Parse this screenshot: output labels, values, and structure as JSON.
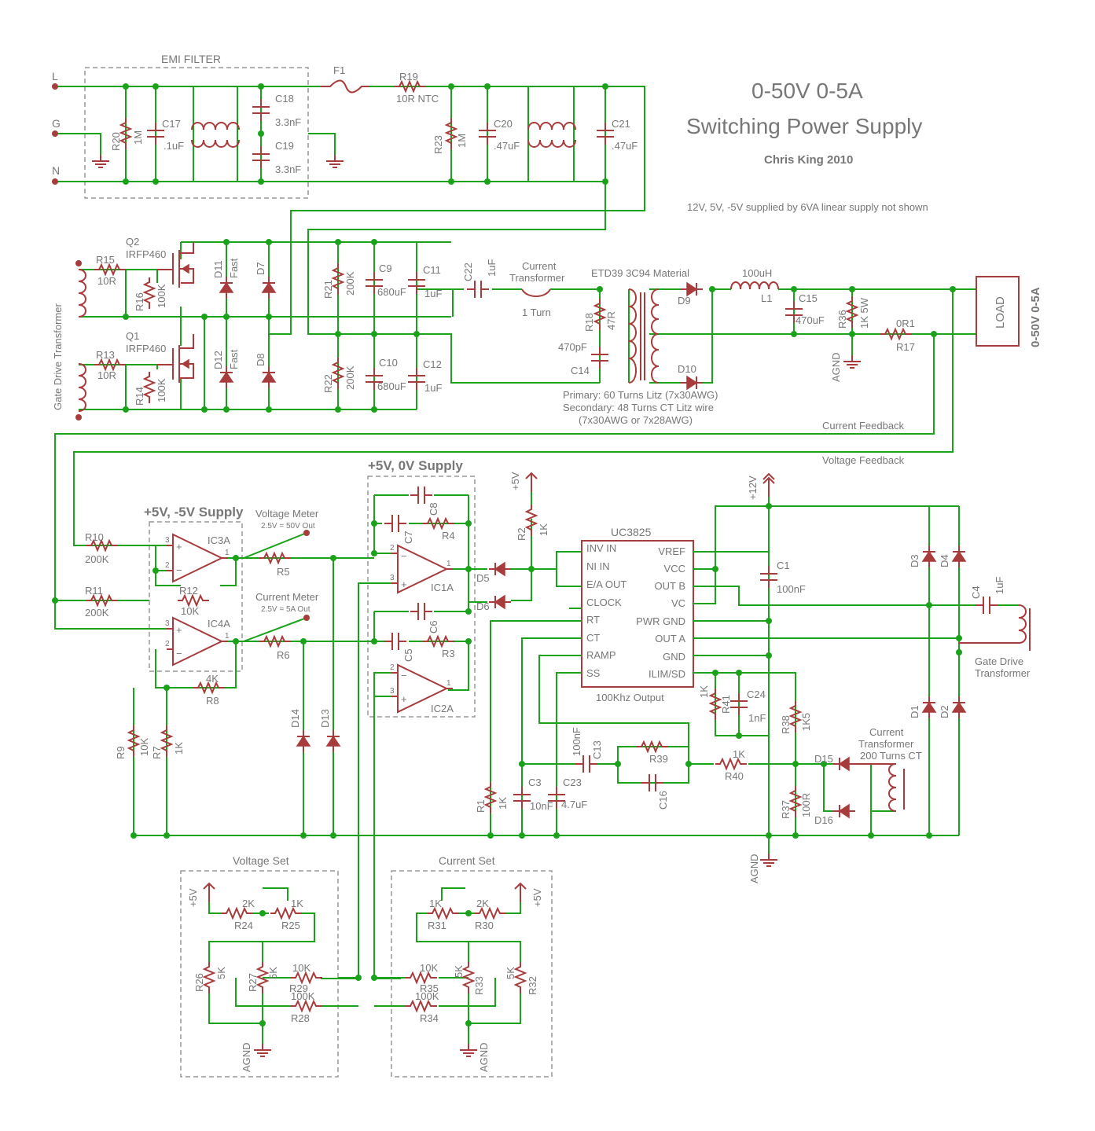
{
  "title": {
    "line1": "0-50V 0-5A",
    "line2": "Switching Power Supply",
    "author": "Chris King 2010",
    "note": "12V, 5V, -5V supplied by 6VA linear supply not shown"
  },
  "blocks": {
    "emi_filter": "EMI FILTER",
    "supply_5v_0v": "+5V, 0V Supply",
    "supply_5v_m5v": "+5V, -5V Supply",
    "voltage_set": "Voltage Set",
    "current_set": "Current Set"
  },
  "mains": {
    "L": "L",
    "G": "G",
    "N": "N"
  },
  "load": {
    "label": "LOAD",
    "rating": "0-50V 0-5A"
  },
  "feedback": {
    "current": "Current Feedback",
    "voltage": "Voltage Feedback"
  },
  "transformer": {
    "core": "ETD39 3C94 Material",
    "primary": "Primary: 60 Turns Litz (7x30AWG)",
    "secondary": "Secondary: 48 Turns CT Litz wire",
    "secondary2": "(7x30AWG or 7x28AWG)"
  },
  "ct1": {
    "line1": "Current",
    "line2": "Transformer",
    "turns": "1 Turn"
  },
  "ct2": {
    "line1": "Current",
    "line2": "Transformer",
    "line3": "200 Turns CT"
  },
  "gate_drive": {
    "left": "Gate Drive Transformer",
    "right1": "Gate Drive",
    "right2": "Transformer"
  },
  "meters": {
    "voltage": "Voltage Meter",
    "voltage_scale": "2.5V = 50V Out",
    "current": "Current Meter",
    "current_scale": "2.5V = 5A Out"
  },
  "uc3825": {
    "name": "UC3825",
    "output": "100Khz Output",
    "pins_left": [
      "INV IN",
      "NI IN",
      "E/A OUT",
      "CLOCK",
      "RT",
      "CT",
      "RAMP",
      "SS"
    ],
    "pins_right": [
      "VREF",
      "VCC",
      "OUT B",
      "VC",
      "PWR GND",
      "OUT A",
      "GND",
      "ILIM/SD"
    ]
  },
  "rails": {
    "p5": "+5V",
    "p12": "+12V",
    "agnd": "AGND"
  },
  "parts": {
    "F1": "F1",
    "R19": "R19",
    "R19v": "10R NTC",
    "R20": "R20",
    "R20v": "1M",
    "C17": "C17",
    "C17v": ".1uF",
    "C18": "C18",
    "C18v": "3.3nF",
    "C19": "C19",
    "C19v": "3.3nF",
    "R23": "R23",
    "R23v": "1M",
    "C20": "C20",
    "C20v": ".47uF",
    "C21": "C21",
    "C21v": ".47uF",
    "Q2": "Q2",
    "Q2v": "IRFP460",
    "Q1": "Q1",
    "Q1v": "IRFP460",
    "R15": "R15",
    "R15v": "10R",
    "R16": "R16",
    "R16v": "100K",
    "R13": "R13",
    "R13v": "10R",
    "R14": "R14",
    "R14v": "100K",
    "D11": "D11",
    "D11v": "Fast",
    "D12": "D12",
    "D12v": "Fast",
    "D7": "D7",
    "D8": "D8",
    "R21": "R21",
    "R21v": "200K",
    "R22": "R22",
    "R22v": "200K",
    "C9": "C9",
    "C9v": "680uF",
    "C10": "C10",
    "C10v": "680uF",
    "C11": "C11",
    "C11v": "1uF",
    "C12": "C12",
    "C12v": "1uF",
    "C22": "C22",
    "C22v": "1uF",
    "R18": "R18",
    "R18v": "47R",
    "C14": "C14",
    "C14v": "470pF",
    "D9": "D9",
    "D10": "D10",
    "L1": "L1",
    "L1v": "100uH",
    "C15": "C15",
    "C15v": "470uF",
    "R36": "R36",
    "R36v": "1K 5W",
    "R17": "R17",
    "R17v": "0R1",
    "R10": "R10",
    "R10v": "200K",
    "R11": "R11",
    "R11v": "200K",
    "R12": "R12",
    "R12v": "10K",
    "R8": "R8",
    "R8v": "4K",
    "R9": "R9",
    "R9v": "10K",
    "R7": "R7",
    "R7v": "1K",
    "IC3A": "IC3A",
    "IC4A": "IC4A",
    "IC1A": "IC1A",
    "IC2A": "IC2A",
    "R5": "R5",
    "R6": "R6",
    "R4": "R4",
    "R3": "R3",
    "C8": "C8",
    "C7": "C7",
    "C6": "C6",
    "C5": "C5",
    "D14": "D14",
    "D13": "D13",
    "D5": "D5",
    "D6": "D6",
    "R2": "R2",
    "R2v": "1K",
    "R1": "R1",
    "R1v": "1K",
    "C3": "C3",
    "C3v": "10nF",
    "C23": "C23",
    "C23v": "4.7uF",
    "C13": "C13",
    "C13v": "100nF",
    "C16": "C16",
    "R39": "R39",
    "R40": "R40",
    "R40v": "1K",
    "R41": "R41",
    "R41v": "1K",
    "C24": "C24",
    "C24v": "1nF",
    "C1": "C1",
    "C1v": "100nF",
    "C4": "C4",
    "C4v": "1uF",
    "R38": "R38",
    "R38v": "1K5",
    "R37": "R37",
    "R37v": "100R",
    "D15": "D15",
    "D16": "D16",
    "D1": "D1",
    "D2": "D2",
    "D3": "D3",
    "D4": "D4",
    "R24": "R24",
    "R24v": "2K",
    "R25": "R25",
    "R25v": "1K",
    "R26": "R26",
    "R26v": "5K",
    "R27": "R27",
    "R27v": "5K",
    "R29": "R29",
    "R29v": "10K",
    "R28": "R28",
    "R28v": "100K",
    "R31": "R31",
    "R31v": "1K",
    "R30": "R30",
    "R30v": "2K",
    "R35": "R35",
    "R35v": "10K",
    "R34": "R34",
    "R34v": "100K",
    "R33": "R33",
    "R33v": "5K",
    "R32": "R32",
    "R32v": "5K",
    "pin1": "1",
    "pin2": "2",
    "pin3": "3"
  }
}
